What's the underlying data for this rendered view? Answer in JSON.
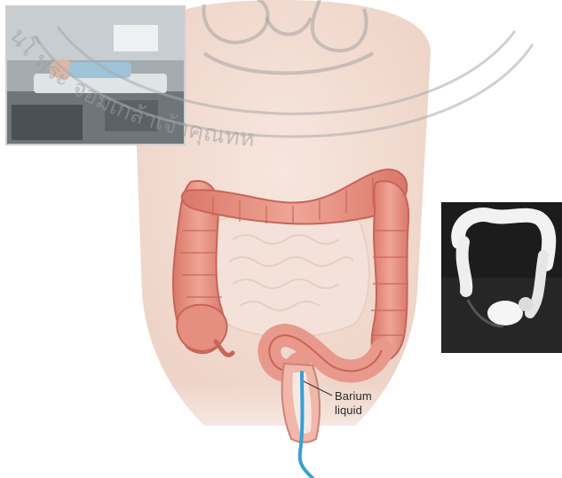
{
  "image": {
    "subject": "anatomical illustration of large intestine during barium enema",
    "colors": {
      "skin": "#f3ddd3",
      "colon": "#e69a8c",
      "colon_dark": "#c96a5e",
      "xray_bg": "#1c1c1c",
      "xray_contrast": "#f2f2f2",
      "watermark": "#a8a8a8"
    }
  },
  "annotation": {
    "line1": "Barium",
    "line2": "liquid"
  },
  "watermark": {
    "text": "นโ   ฟระ จอมเกล้าเจ้าคุณทห"
  }
}
